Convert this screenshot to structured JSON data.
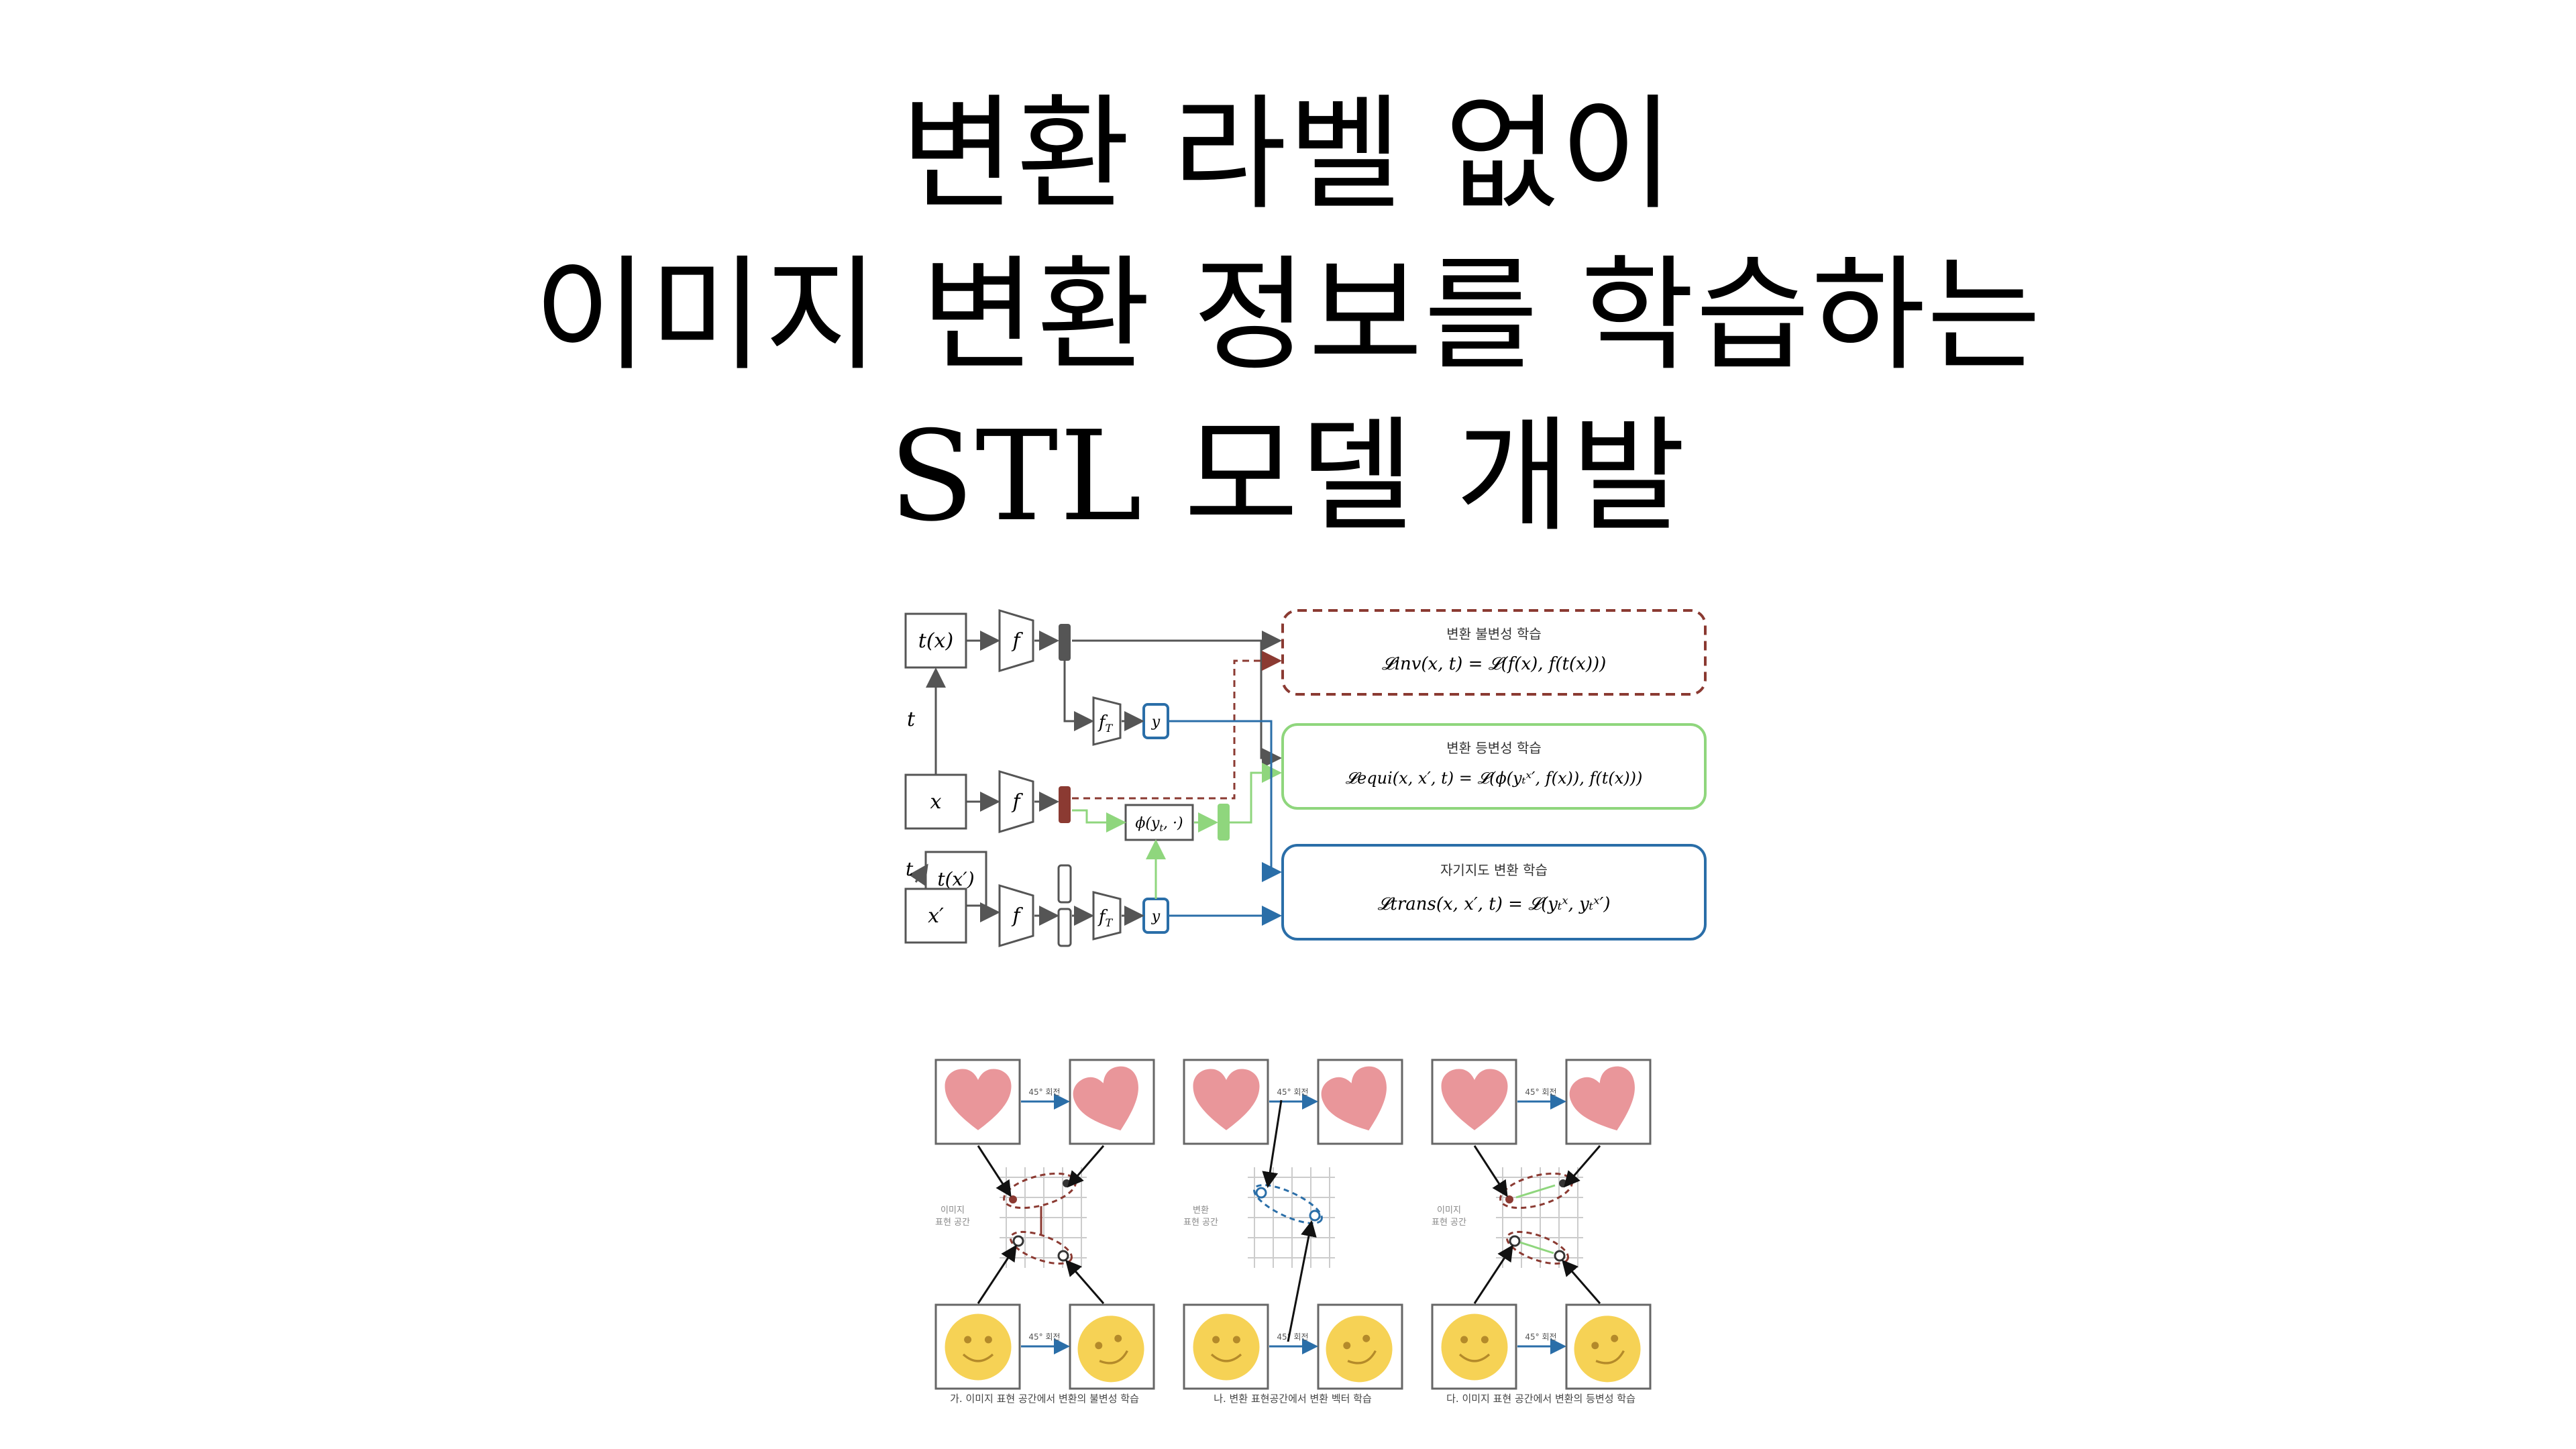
{
  "slide": {
    "title_lines": [
      "변환 라벨 없이",
      "이미지 변환 정보를 학습하는",
      "STL 모델 개발"
    ]
  },
  "architecture": {
    "inputs": {
      "tx": "t(x)",
      "x": "x",
      "txp": "t(x′)",
      "xp": "x′",
      "t_top": "t",
      "t_bottom": "t"
    },
    "encoders": {
      "f": "f",
      "fT": "f",
      "fT_sub": "T",
      "phi": "ϕ(y",
      "phi_sub": "t",
      "phi_tail": ", ·)"
    },
    "vectors": {
      "yt_x": "y",
      "yt_xp": "y"
    },
    "boxes": [
      {
        "title": "변환 불변성 학습",
        "formula": "𝓛inv(x, t) = 𝓛(f(x), f(t(x)))",
        "color": "#8b3a32"
      },
      {
        "title": "변환 등변성 학습",
        "formula": "𝓛equi(x, x′, t) = 𝓛(ϕ(yₜˣ′, f(x)), f(t(x)))",
        "color": "#8fd67d"
      },
      {
        "title": "자기지도 변환 학습",
        "formula": "𝓛trans(x, x′, t) = 𝓛(yₜˣ, yₜˣ′)",
        "color": "#2a6ea8"
      }
    ]
  },
  "illustration": {
    "rotation_label": "45° 회전",
    "space_labels": [
      "이미지\n표현 공간",
      "변환\n표현 공간",
      "이미지\n표현 공간"
    ],
    "captions": [
      "가. 이미지 표현 공간에서 변환의 불변성 학습",
      "나. 변환 표현공간에서 변환 벡터 학습",
      "다. 이미지 표현 공간에서 변환의 등변성 학습"
    ]
  },
  "colors": {
    "brown": "#8b3a32",
    "green": "#8fd67d",
    "blue": "#2a6ea8",
    "heart": "#e9969a",
    "smiley": "#f6d255"
  }
}
